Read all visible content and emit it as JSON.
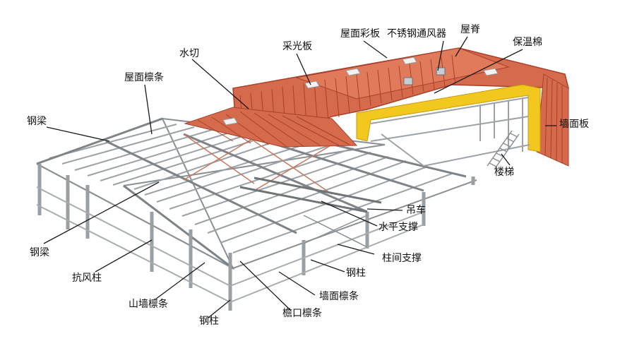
{
  "colors": {
    "background": "#ffffff",
    "roof_panel": "#d66a4c",
    "roof_rib": "#a8402a",
    "insulation": "#f3c81e",
    "steel": "#8a8f94",
    "steel_light": "#d9dde0",
    "leader": "#1a1a1a"
  },
  "labels": {
    "roof_color_panel": "屋面彩板",
    "stainless_ventilator": "不锈钢通风器",
    "ridge": "屋脊",
    "skylight_panel": "采光板",
    "flashing": "水切",
    "insulation_wool": "保温棉",
    "roof_purlin": "屋面檩条",
    "steel_beam_top": "钢梁",
    "wall_panel": "墙面板",
    "stairs": "楼梯",
    "crane": "吊车",
    "horizontal_bracing": "水平支撑",
    "steel_beam_left": "钢梁",
    "column_bracing": "柱间支撑",
    "wind_column": "抗风柱",
    "steel_column_right": "钢柱",
    "gable_wall_purlin": "山墙檩条",
    "wall_purlin": "墙面檩条",
    "steel_column_bottom": "钢柱",
    "eave_purlin": "檐口檩条"
  }
}
